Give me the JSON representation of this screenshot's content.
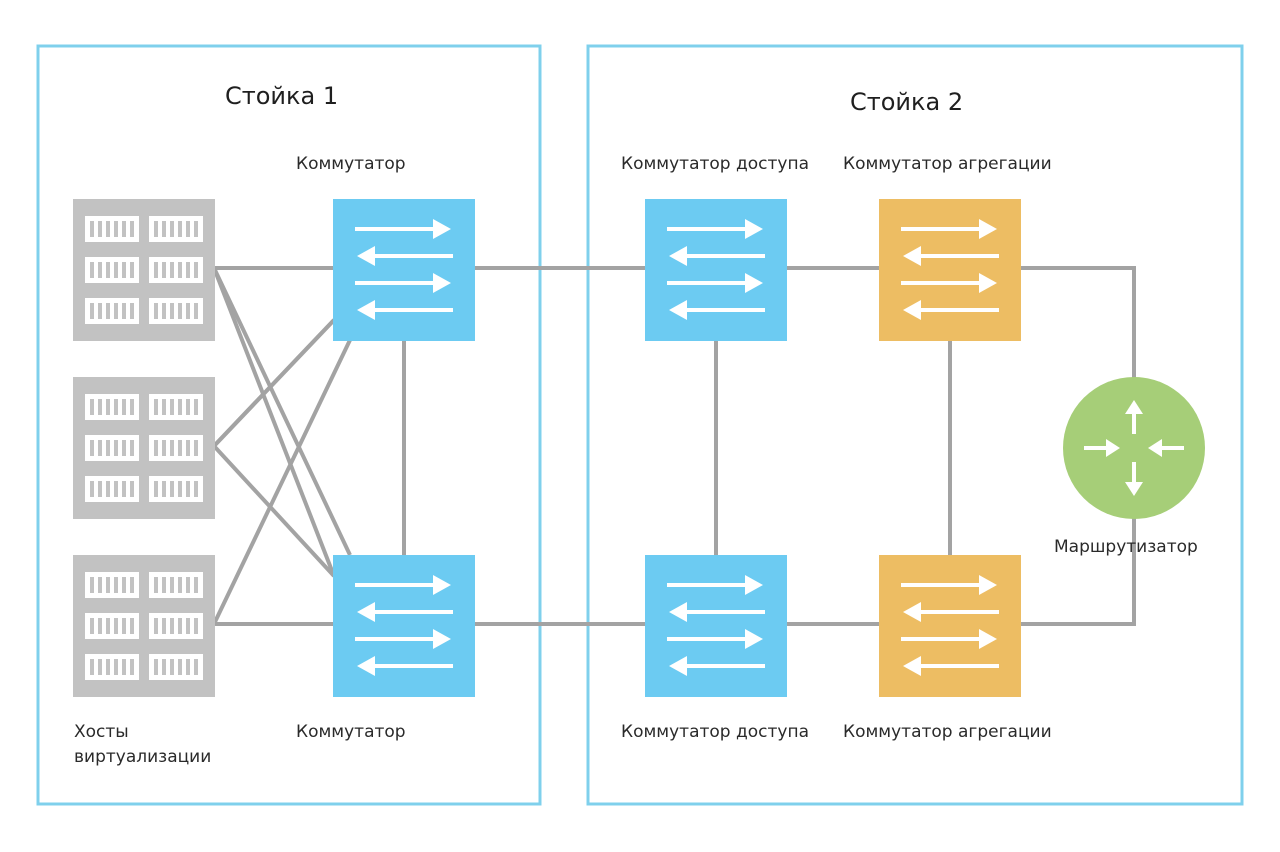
{
  "rack1": {
    "title": "Стойка 1"
  },
  "rack2": {
    "title": "Стойка 2"
  },
  "labels": {
    "rack1_switch_top": "Коммутатор",
    "rack1_switch_bottom": "Коммутатор",
    "hosts_line1": "Хосты",
    "hosts_line2": "виртуализации",
    "access_top": "Коммутатор доступа",
    "access_bottom": "Коммутатор доступа",
    "aggregation_top": "Коммутатор агрегации",
    "aggregation_bottom": "Коммутатор агрегации",
    "router": "Маршрутизатор"
  },
  "colors": {
    "frame": "#7fd0ec",
    "switch_blue": "#6ccbf2",
    "switch_orange": "#edbd63",
    "router_green": "#a6ce78",
    "server_gray": "#c2c2c2",
    "link_gray": "#a3a3a3"
  },
  "icons": {
    "server": "server-rack-icon",
    "switch": "switch-arrows-icon",
    "router": "router-arrows-icon"
  }
}
